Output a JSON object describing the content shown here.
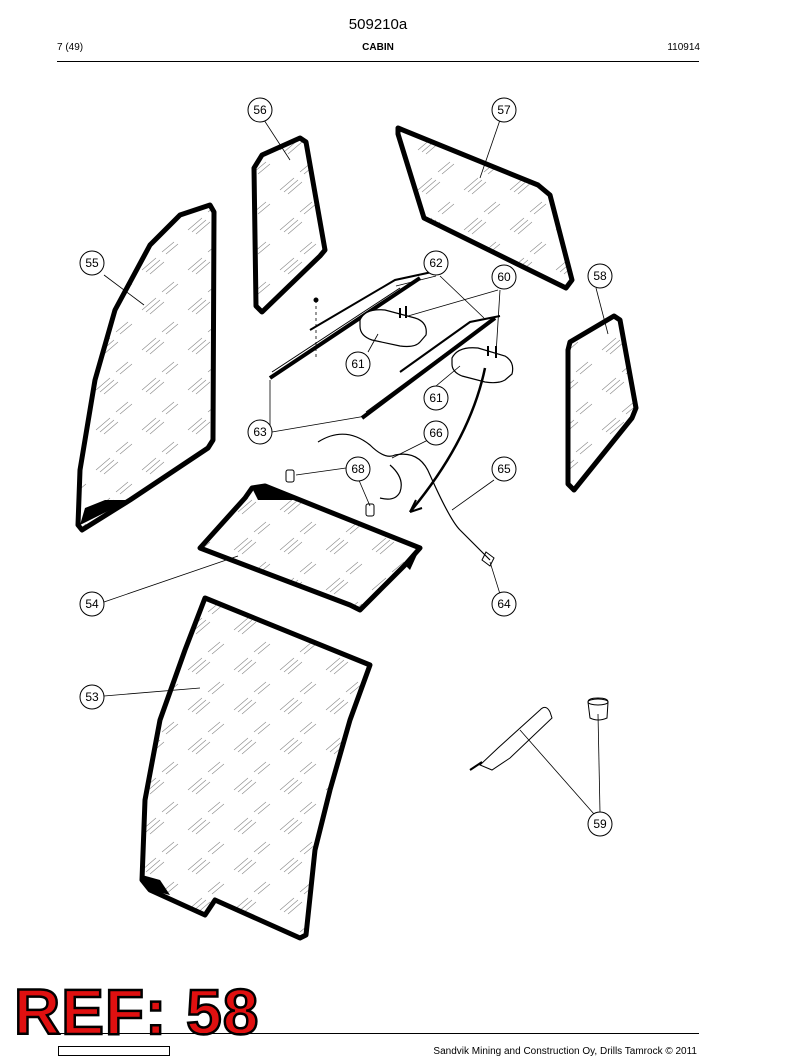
{
  "header": {
    "doc_id": "509210a",
    "page": "7 (49)",
    "section": "CABIN",
    "revision": "110914"
  },
  "callouts": [
    {
      "id": "c53",
      "label": "53"
    },
    {
      "id": "c54",
      "label": "54"
    },
    {
      "id": "c55",
      "label": "55"
    },
    {
      "id": "c56",
      "label": "56"
    },
    {
      "id": "c57",
      "label": "57"
    },
    {
      "id": "c58",
      "label": "58"
    },
    {
      "id": "c59",
      "label": "59"
    },
    {
      "id": "c60",
      "label": "60"
    },
    {
      "id": "c61a",
      "label": "61"
    },
    {
      "id": "c61b",
      "label": "61"
    },
    {
      "id": "c62",
      "label": "62"
    },
    {
      "id": "c63",
      "label": "63"
    },
    {
      "id": "c64",
      "label": "64"
    },
    {
      "id": "c65",
      "label": "65"
    },
    {
      "id": "c66",
      "label": "66"
    },
    {
      "id": "c68",
      "label": "68"
    }
  ],
  "stamp": {
    "text": "REF: 58",
    "color": "#e01010"
  },
  "footer": {
    "copyright": "Sandvik Mining and Construction Oy, Drills Tamrock © 2011"
  }
}
